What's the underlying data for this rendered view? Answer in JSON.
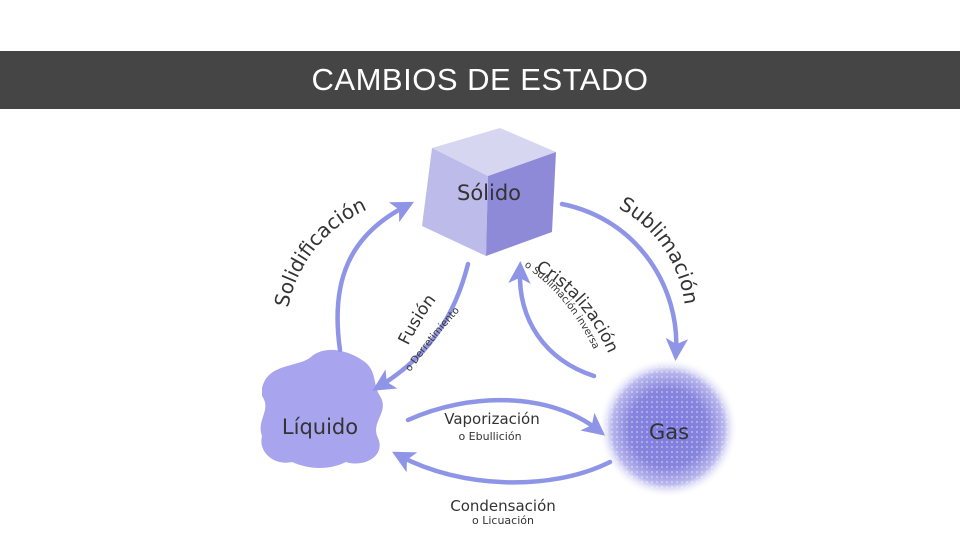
{
  "slide": {
    "title": "CAMBIOS DE ESTADO"
  },
  "diagram": {
    "states": {
      "solid": "Sólido",
      "liquid": "Líquido",
      "gas": "Gas"
    },
    "transitions": {
      "sublimation": "Sublimación",
      "solidification": "Solidificación",
      "fusion": "Fusión",
      "fusion_alt": "o Derretimiento",
      "crystallization": "Cristalización",
      "crystallization_alt": "o Sublimación inversa",
      "vaporization": "Vaporización",
      "vaporization_alt": "o Ebullición",
      "condensation": "Condensación",
      "condensation_alt": "o Licuación"
    },
    "colors": {
      "arrow": "#8f95e6",
      "state_fill": "#a8a5ee",
      "cube_top": "#d7d6f1",
      "cube_left": "#bdbbea",
      "cube_right": "#8f8ad8",
      "title_bar": "#454545"
    },
    "icons": {
      "solid": "cube-icon",
      "liquid": "blob-icon",
      "gas": "cloud-icon"
    }
  }
}
